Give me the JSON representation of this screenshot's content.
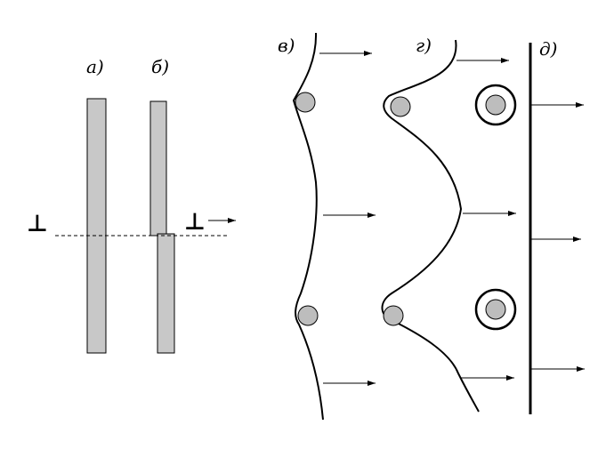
{
  "panels": {
    "a": "а)",
    "b": "б)",
    "v": "в)",
    "g": "г)",
    "d": "д)"
  },
  "dislocation_symbol": "⊥",
  "colors": {
    "bar_fill": "#c8c8c8",
    "particle_fill": "#bdbdbd",
    "line": "#000000"
  }
}
